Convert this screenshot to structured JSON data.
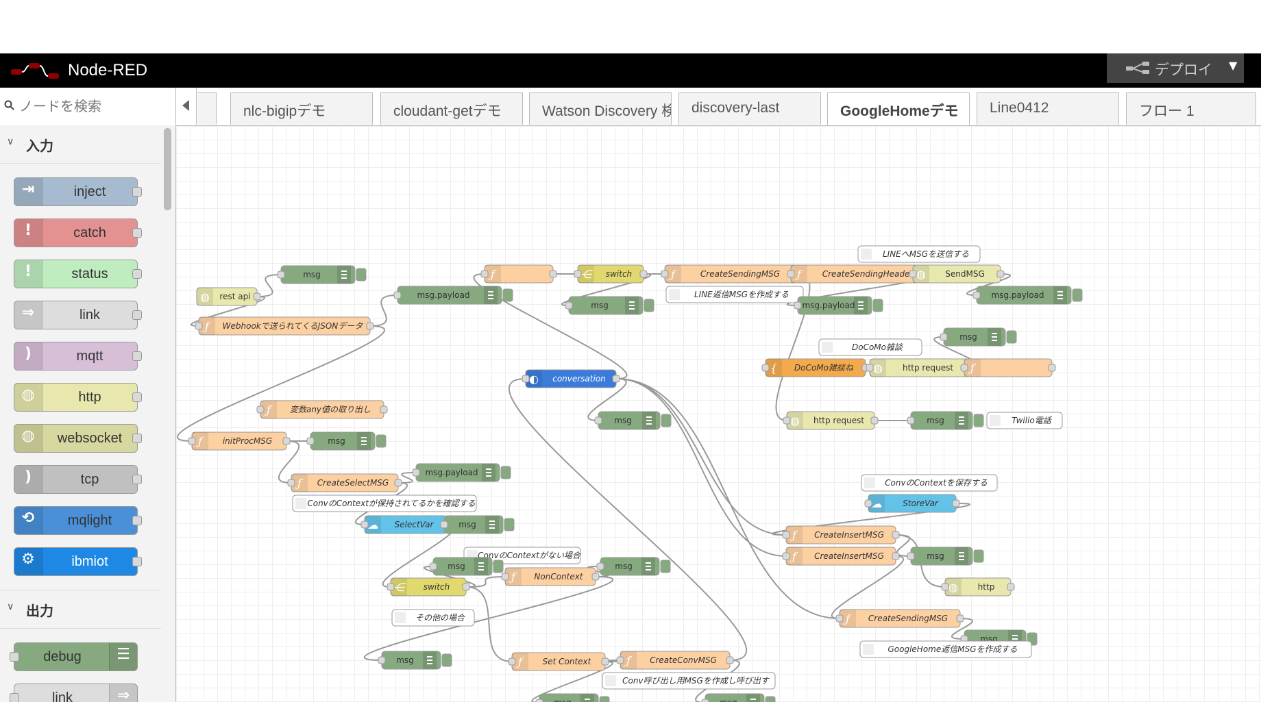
{
  "app": {
    "title": "Node-RED"
  },
  "deploy": {
    "label": "デプロイ"
  },
  "search": {
    "placeholder": "ノードを検索"
  },
  "tabs": [
    {
      "label": "nlc-bigipデモ",
      "active": false
    },
    {
      "label": "cloudant-getデモ",
      "active": false
    },
    {
      "label": "Watson Discovery 検",
      "active": false
    },
    {
      "label": "discovery-last",
      "active": false
    },
    {
      "label": "GoogleHomeデモ",
      "active": true
    },
    {
      "label": "Line0412",
      "active": false
    },
    {
      "label": "フロー 1",
      "active": false
    }
  ],
  "palette": {
    "categories": [
      {
        "label": "入力"
      },
      {
        "label": "出力"
      }
    ],
    "input_nodes": [
      {
        "label": "inject",
        "color": "#a6bbcf",
        "icon": "arrow-in-icon"
      },
      {
        "label": "catch",
        "color": "#e49191",
        "icon": "exclamation-icon"
      },
      {
        "label": "status",
        "color": "#c0edc0",
        "icon": "exclamation-icon"
      },
      {
        "label": "link",
        "color": "#dddddd",
        "icon": "link-arrow-icon"
      },
      {
        "label": "mqtt",
        "color": "#d8bfd8",
        "icon": "wave-icon"
      },
      {
        "label": "http",
        "color": "#e7e7ae",
        "icon": "globe-icon"
      },
      {
        "label": "websocket",
        "color": "#d7d7a0",
        "icon": "globe-icon"
      },
      {
        "label": "tcp",
        "color": "#c0c0c0",
        "icon": "wave-icon"
      },
      {
        "label": "mqlight",
        "color": "#4a90d9",
        "icon": "mqlight-icon"
      },
      {
        "label": "ibmiot",
        "color": "#1e88e5",
        "icon": "gear-icon"
      }
    ],
    "output_nodes": [
      {
        "label": "debug",
        "color": "#87a980",
        "icon": "list-icon"
      },
      {
        "label": "link",
        "color": "#dddddd",
        "icon": "link-arrow-icon"
      }
    ]
  },
  "colors": {
    "function": "#fdd0a2",
    "debug": "#87a980",
    "http": "#e7e7ae",
    "switch": "#e2d96e",
    "watson": "#3b7cdb",
    "cloudant": "#63c2e8",
    "template": "#f4aa4c",
    "comment": "#ffffff"
  },
  "flow_nodes": [
    {
      "label": "rest api",
      "type": "http"
    },
    {
      "label": "msg",
      "type": "debug"
    },
    {
      "label": "msg.payload",
      "type": "debug"
    },
    {
      "label": "Webhookで送られてくるJSONデータ",
      "type": "function"
    },
    {
      "label": "変数any値の取り出し",
      "type": "function"
    },
    {
      "label": "initProcMSG",
      "type": "function"
    },
    {
      "label": "msg",
      "type": "debug"
    },
    {
      "label": "CreateSelectMSG",
      "type": "function"
    },
    {
      "label": "msg.payload",
      "type": "debug"
    },
    {
      "label": "ConvのContextが保持されてるかを確認する",
      "type": "comment"
    },
    {
      "label": "SelectVar",
      "type": "cloudant"
    },
    {
      "label": "msg",
      "type": "debug"
    },
    {
      "label": "ConvのContextがない場合",
      "type": "comment"
    },
    {
      "label": "msg",
      "type": "debug"
    },
    {
      "label": "switch",
      "type": "switch"
    },
    {
      "label": "NonContext",
      "type": "function"
    },
    {
      "label": "msg",
      "type": "debug"
    },
    {
      "label": "その他の場合",
      "type": "comment"
    },
    {
      "label": "msg",
      "type": "debug"
    },
    {
      "label": "Set Context",
      "type": "function"
    },
    {
      "label": "CreateConvMSG",
      "type": "function"
    },
    {
      "label": "Conv呼び出し用MSGを作成し呼び出す",
      "type": "comment"
    },
    {
      "label": "msg",
      "type": "debug"
    },
    {
      "label": "msg",
      "type": "debug"
    },
    {
      "label": "",
      "type": "function"
    },
    {
      "label": "switch",
      "type": "switch"
    },
    {
      "label": "msg",
      "type": "debug"
    },
    {
      "label": "conversation",
      "type": "watson"
    },
    {
      "label": "msg",
      "type": "debug"
    },
    {
      "label": "CreateSendingMSG",
      "type": "function"
    },
    {
      "label": "LINE返信MSGを作成する",
      "type": "comment"
    },
    {
      "label": "CreateSendingHeader",
      "type": "function"
    },
    {
      "label": "msg.payload",
      "type": "debug"
    },
    {
      "label": "LINEへMSGを送信する",
      "type": "comment"
    },
    {
      "label": "SendMSG",
      "type": "http"
    },
    {
      "label": "msg.payload",
      "type": "debug"
    },
    {
      "label": "DoCoMo雑談",
      "type": "comment"
    },
    {
      "label": "DoCoMo雑談ね",
      "type": "template"
    },
    {
      "label": "http request",
      "type": "http"
    },
    {
      "label": "",
      "type": "function"
    },
    {
      "label": "msg",
      "type": "debug"
    },
    {
      "label": "http request",
      "type": "http"
    },
    {
      "label": "msg",
      "type": "debug"
    },
    {
      "label": "Twilio電話",
      "type": "comment"
    },
    {
      "label": "ConvのContextを保存する",
      "type": "comment"
    },
    {
      "label": "StoreVar",
      "type": "cloudant"
    },
    {
      "label": "CreateInsertMSG",
      "type": "function"
    },
    {
      "label": "CreateInsertMSG",
      "type": "function"
    },
    {
      "label": "msg",
      "type": "debug"
    },
    {
      "label": "http",
      "type": "http"
    },
    {
      "label": "CreateSendingMSG",
      "type": "function"
    },
    {
      "label": "msg",
      "type": "debug"
    },
    {
      "label": "GoogleHome返信MSGを作成する",
      "type": "comment"
    }
  ]
}
